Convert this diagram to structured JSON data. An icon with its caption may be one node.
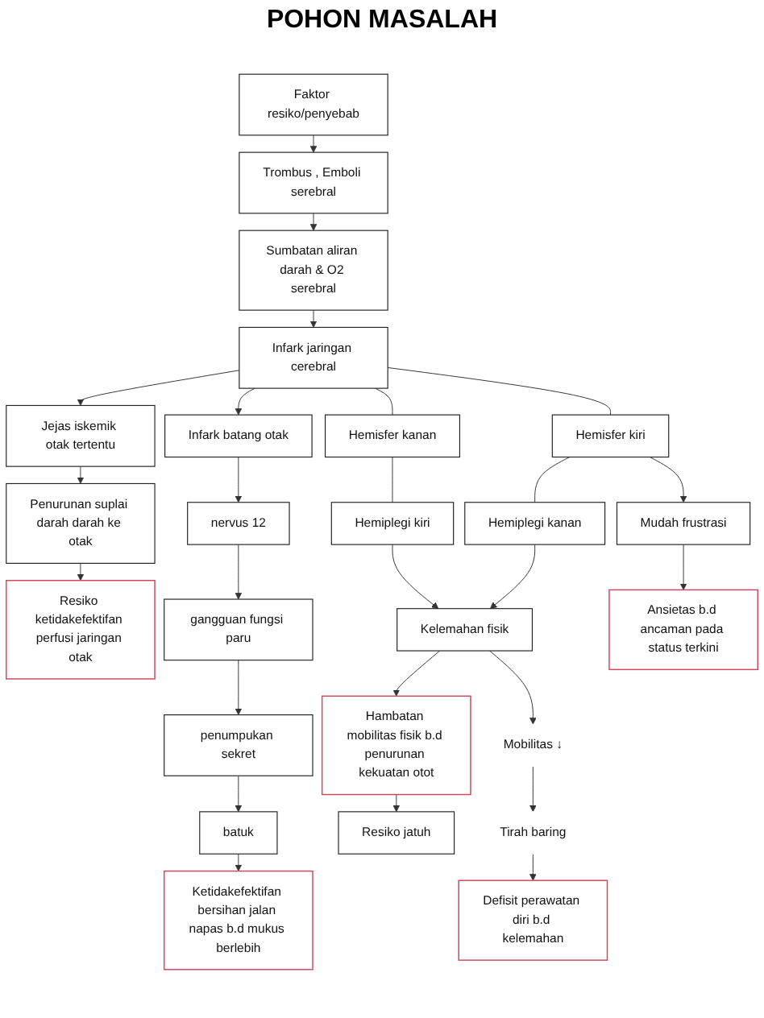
{
  "diagram": {
    "title": "POHON MASALAH",
    "nodes": [
      {
        "text": [
          "Faktor resiko/penyebab"
        ]
      },
      {
        "text": [
          "Trombus , Emboli serebral"
        ]
      },
      {
        "text": [
          "Sumbatan aliran darah & O2 serebral"
        ]
      },
      {
        "text": [
          "Infark jaringan cerebral"
        ]
      },
      {
        "text": [
          "Jejas iskemik otak tertentu"
        ]
      },
      {
        "text": [
          "Penurunan suplai darah darah ke otak"
        ]
      },
      {
        "text": [
          "Resiko ketidakefektifan perfusi jaringan otak"
        ]
      },
      {
        "text": [
          "Infark batang otak"
        ]
      },
      {
        "text": [
          "nervus 12"
        ]
      },
      {
        "text": [
          "gangguan fungsi paru"
        ]
      },
      {
        "text": [
          "penumpukan sekret"
        ]
      },
      {
        "text": [
          "batuk"
        ]
      },
      {
        "text": [
          "Ketidakefektifan bersihan jalan napas b.d mukus berlebih"
        ]
      },
      {
        "text": [
          "Hemisfer kanan"
        ]
      },
      {
        "text": [
          "Hemiplegi kiri"
        ]
      },
      {
        "text": [
          "Hemisfer kiri"
        ]
      },
      {
        "text": [
          "Hemiplegi kanan"
        ]
      },
      {
        "text": [
          "Mudah frustrasi"
        ]
      },
      {
        "text": [
          "Ansietas b.d ancaman pada status terkini"
        ]
      },
      {
        "text": [
          "Kelemahan fisik"
        ]
      },
      {
        "text": [
          "Hambatan mobilitas fisik b.d penurunan kekuatan otot"
        ]
      },
      {
        "text": [
          "Resiko jatuh"
        ]
      },
      {
        "text": [
          "Mobilitas ↓"
        ]
      },
      {
        "text": [
          "Tirah baring"
        ]
      },
      {
        "text": [
          "Defisit perawatan diri b.d kelemahan"
        ]
      }
    ],
    "edges": [
      {
        "from": 0,
        "to": 1,
        "arrow": "to"
      },
      {
        "from": 1,
        "to": 2,
        "arrow": "to"
      },
      {
        "from": 2,
        "to": 3,
        "arrow": "to"
      },
      {
        "from": 3,
        "to": 4,
        "arrow": "to"
      },
      {
        "from": 4,
        "to": 5,
        "arrow": "to"
      },
      {
        "from": 5,
        "to": 6,
        "arrow": "to"
      },
      {
        "from": 3,
        "to": 7,
        "arrow": "to"
      },
      {
        "from": 7,
        "to": 8,
        "arrow": "to"
      },
      {
        "from": 8,
        "to": 9,
        "arrow": "to"
      },
      {
        "from": 9,
        "to": 10,
        "arrow": "to"
      },
      {
        "from": 10,
        "to": 11,
        "arrow": "to"
      },
      {
        "from": 11,
        "to": 12,
        "arrow": "to"
      },
      {
        "from": 3,
        "to": 13,
        "arrow": "none"
      },
      {
        "from": 13,
        "to": 14,
        "arrow": "none"
      },
      {
        "from": 3,
        "to": 15,
        "arrow": "none"
      },
      {
        "from": 15,
        "to": 16,
        "arrow": "none"
      },
      {
        "from": 15,
        "to": 17,
        "arrow": "to"
      },
      {
        "from": 17,
        "to": 18,
        "arrow": "to"
      },
      {
        "from": 14,
        "to": 19,
        "arrow": "to"
      },
      {
        "from": 16,
        "to": 19,
        "arrow": "to"
      },
      {
        "from": 19,
        "to": 20,
        "arrow": "to"
      },
      {
        "from": 20,
        "to": 21,
        "arrow": "to"
      },
      {
        "from": 19,
        "to": 22,
        "arrow": "to"
      },
      {
        "from": 22,
        "to": 23,
        "arrow": "to"
      },
      {
        "from": 23,
        "to": 24,
        "arrow": "to"
      }
    ]
  }
}
